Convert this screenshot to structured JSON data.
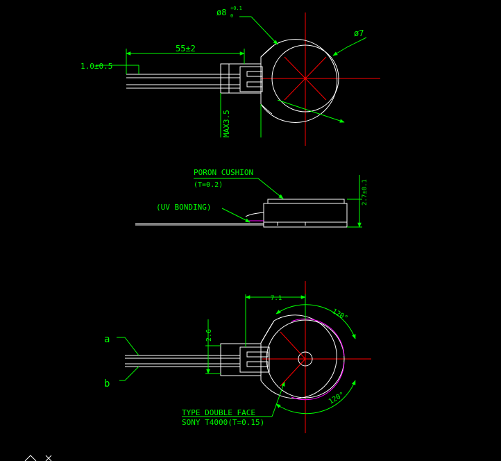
{
  "colors": {
    "background": "#000000",
    "outline": "#ffffff",
    "dimension": "#00ff00",
    "centerline": "#ff0000",
    "cushion": "#ff00ff"
  },
  "top_view": {
    "dim_outer_diameter": "ø8",
    "dim_outer_tol": "+0.1",
    "dim_outer_tol_low": "0",
    "dim_inner_diameter": "ø7",
    "dim_lead_length": "55±2",
    "dim_lead_strip": "1.0±0.5",
    "dim_max_tab": "MAX3.5"
  },
  "side_view": {
    "label_cushion": "PORON CUSHION",
    "label_cushion_thickness": "(T=0.2)",
    "label_bonding": "(UV BONDING)",
    "dim_height": "2.7±0.1"
  },
  "bottom_view": {
    "dim_offset": "7.1",
    "dim_angle_top": "120°",
    "dim_angle_bottom": "120°",
    "dim_tab_width": "2.6",
    "lead_a": "a",
    "lead_b": "b",
    "label_tape_line1": "TYPE DOUBLE FACE",
    "label_tape_line2": "SONY T4000(T=0.15)"
  }
}
